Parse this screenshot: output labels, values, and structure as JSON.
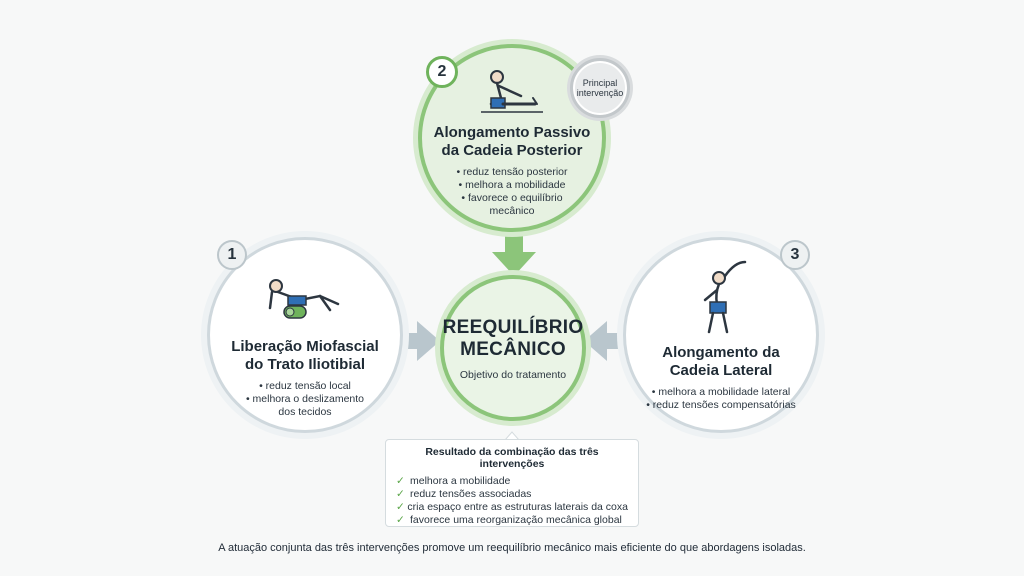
{
  "top": {
    "number": "2",
    "title_line1": "Alongamento Passivo",
    "title_line2": "da Cadeia Posterior",
    "bullets": [
      "• reduz tensão posterior",
      "• melhora a mobilidade",
      "• favorece o equilíbrio",
      "mecânico"
    ],
    "seal_line1": "Principal",
    "seal_line2": "intervenção"
  },
  "left": {
    "number": "1",
    "title_line1": "Liberação Miofascial",
    "title_line2": "do Trato Iliotibial",
    "bullets": [
      "• reduz tensão local",
      "• melhora o deslizamento",
      "dos tecidos"
    ]
  },
  "right": {
    "number": "3",
    "title_line1": "Alongamento da",
    "title_line2": "Cadeia Lateral",
    "bullets": [
      "• melhora a mobilidade lateral",
      "• reduz tensões compensatórias"
    ]
  },
  "center": {
    "title_line1": "REEQUILÍBRIO",
    "title_line2": "MECÂNICO",
    "subtitle": "Objetivo do tratamento"
  },
  "result": {
    "title": "Resultado da combinação das três intervenções",
    "items": [
      "melhora a mobilidade",
      "reduz tensões associadas",
      "cria espaço entre as estruturas laterais da coxa",
      "favorece uma reorganização mecânica global"
    ]
  },
  "footer": "A atuação conjunta das três intervenções promove um reequilíbrio mecânico mais eficiente do que abordagens isoladas.",
  "colors": {
    "accent_green": "#8cc57a",
    "arrow_gray": "#b9c6cd",
    "check_green": "#5aa548",
    "figure_blue": "#2f6fb5"
  },
  "icons": [
    "stretch-seated-icon",
    "foam-roller-icon",
    "side-bend-icon",
    "check-icon",
    "arrow-down-icon",
    "arrow-right-icon",
    "arrow-left-icon"
  ]
}
